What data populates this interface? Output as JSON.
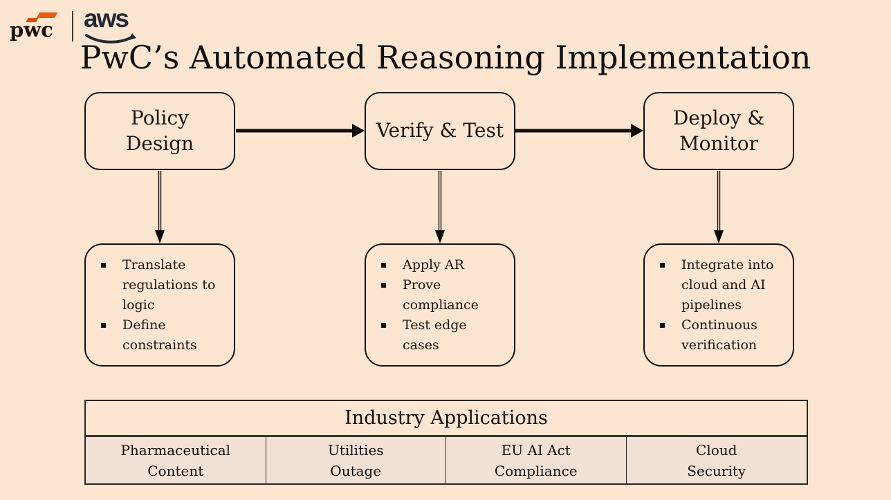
{
  "colors": {
    "background": "#fce5d1",
    "box_border": "#14100d",
    "text": "#1b1712",
    "pwc_orange_dark": "#d84e09",
    "pwc_orange_light": "#e85d0e",
    "aws_navy": "#222b35",
    "table_row_bg": "#f2e1d5",
    "table_border": "#2e2721"
  },
  "logos": {
    "pwc": "pwc",
    "aws": "aws"
  },
  "title": "PwC’s Automated Reasoning Implementation",
  "flow": {
    "stages": [
      {
        "label": "Policy\nDesign",
        "bullets": [
          "Translate regulations to logic",
          "Define constraints"
        ]
      },
      {
        "label": "Verify & Test",
        "bullets": [
          "Apply AR",
          "Prove compliance",
          "Test edge cases"
        ]
      },
      {
        "label": "Deploy &\nMonitor",
        "bullets": [
          "Integrate into cloud and AI pipelines",
          "Continuous verification"
        ]
      }
    ]
  },
  "industry_table": {
    "header": "Industry Applications",
    "cells": [
      "Pharmaceutical\nContent",
      "Utilities\nOutage",
      "EU AI Act\nCompliance",
      "Cloud\nSecurity"
    ]
  }
}
